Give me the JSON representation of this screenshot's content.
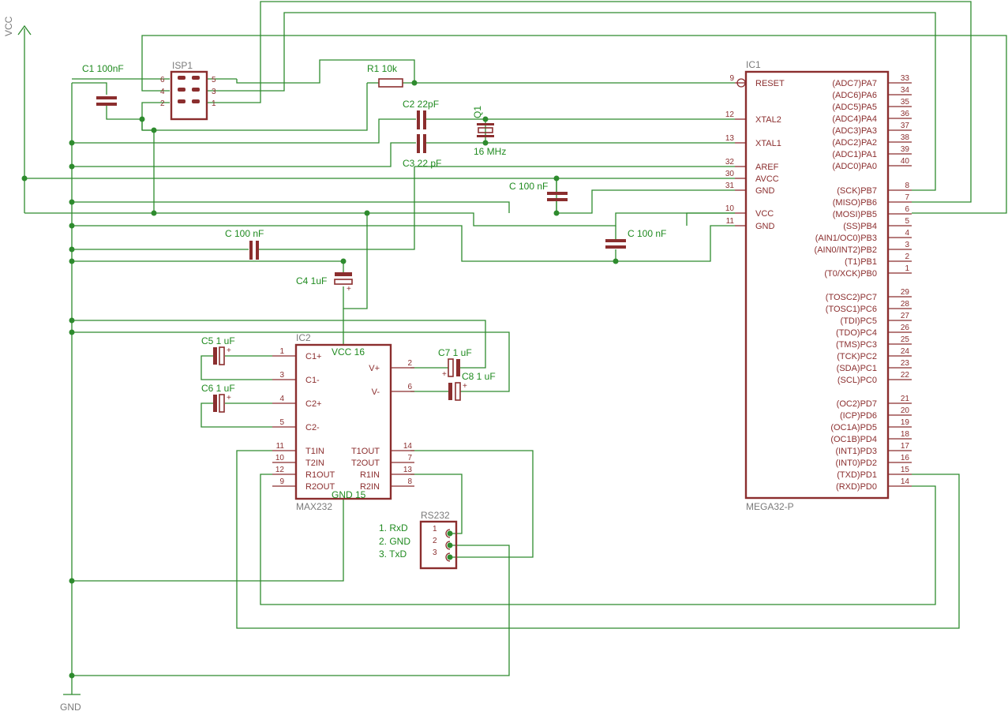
{
  "supplies": {
    "vcc": "VCC",
    "gnd": "GND"
  },
  "labels": {
    "c1": "C1 100nF",
    "isp1": "ISP1",
    "r1": "R1 10k",
    "c2": "C2 22pF",
    "c3": "C3 22 pF",
    "q1": "Q1",
    "q1_value": "16 MHz",
    "c_avcc": "C 100 nF",
    "c_vcc": "C 100 nF",
    "c_left": "C 100 nF",
    "c4": "C4 1uF",
    "ic1_name": "IC1",
    "ic1_value": "MEGA32-P",
    "ic2_name": "IC2",
    "ic2_value": "MAX232",
    "ic2_vcc": "VCC 16",
    "ic2_gnd": "GND 15",
    "c5": "C5 1 uF",
    "c6": "C6 1 uF",
    "c7": "C7 1 uF",
    "c8": "C8 1 uF",
    "rs232": "RS232",
    "rs232_pin1": "1. RxD",
    "rs232_pin2": "2. GND",
    "rs232_pin3": "3. TxD"
  },
  "isp_pins": [
    "6",
    "5",
    "4",
    "3",
    "2",
    "1"
  ],
  "rs232_pins": [
    "1",
    "2",
    "3"
  ],
  "ic1_left_pins": [
    {
      "num": "9",
      "name": "RESET"
    },
    {
      "num": "12",
      "name": "XTAL2"
    },
    {
      "num": "13",
      "name": "XTAL1"
    },
    {
      "num": "32",
      "name": "AREF"
    },
    {
      "num": "30",
      "name": "AVCC"
    },
    {
      "num": "31",
      "name": "GND"
    },
    {
      "num": "10",
      "name": "VCC"
    },
    {
      "num": "11",
      "name": "GND"
    }
  ],
  "ic1_right_pins": [
    {
      "num": "33",
      "name": "(ADC7)PA7"
    },
    {
      "num": "34",
      "name": "(ADC6)PA6"
    },
    {
      "num": "35",
      "name": "(ADC5)PA5"
    },
    {
      "num": "36",
      "name": "(ADC4)PA4"
    },
    {
      "num": "37",
      "name": "(ADC3)PA3"
    },
    {
      "num": "38",
      "name": "(ADC2)PA2"
    },
    {
      "num": "39",
      "name": "(ADC1)PA1"
    },
    {
      "num": "40",
      "name": "(ADC0)PA0"
    },
    {
      "num": "8",
      "name": "(SCK)PB7"
    },
    {
      "num": "7",
      "name": "(MISO)PB6"
    },
    {
      "num": "6",
      "name": "(MOSI)PB5"
    },
    {
      "num": "5",
      "name": "(SS)PB4"
    },
    {
      "num": "4",
      "name": "(AIN1/OC0)PB3"
    },
    {
      "num": "3",
      "name": "(AIN0/INT2)PB2"
    },
    {
      "num": "2",
      "name": "(T1)PB1"
    },
    {
      "num": "1",
      "name": "(T0/XCK)PB0"
    },
    {
      "num": "29",
      "name": "(TOSC2)PC7"
    },
    {
      "num": "28",
      "name": "(TOSC1)PC6"
    },
    {
      "num": "27",
      "name": "(TDI)PC5"
    },
    {
      "num": "26",
      "name": "(TDO)PC4"
    },
    {
      "num": "25",
      "name": "(TMS)PC3"
    },
    {
      "num": "24",
      "name": "(TCK)PC2"
    },
    {
      "num": "23",
      "name": "(SDA)PC1"
    },
    {
      "num": "22",
      "name": "(SCL)PC0"
    },
    {
      "num": "21",
      "name": "(OC2)PD7"
    },
    {
      "num": "20",
      "name": "(ICP)PD6"
    },
    {
      "num": "19",
      "name": "(OC1A)PD5"
    },
    {
      "num": "18",
      "name": "(OC1B)PD4"
    },
    {
      "num": "17",
      "name": "(INT1)PD3"
    },
    {
      "num": "16",
      "name": "(INT0)PD2"
    },
    {
      "num": "15",
      "name": "(TXD)PD1"
    },
    {
      "num": "14",
      "name": "(RXD)PD0"
    }
  ],
  "ic2_left_pins": [
    {
      "num": "1",
      "name": "C1+"
    },
    {
      "num": "3",
      "name": "C1-"
    },
    {
      "num": "4",
      "name": "C2+"
    },
    {
      "num": "5",
      "name": "C2-"
    },
    {
      "num": "11",
      "name": "T1IN"
    },
    {
      "num": "10",
      "name": "T2IN"
    },
    {
      "num": "12",
      "name": "R1OUT"
    },
    {
      "num": "9",
      "name": "R2OUT"
    }
  ],
  "ic2_right_pins": [
    {
      "num": "2",
      "name": "V+"
    },
    {
      "num": "6",
      "name": "V-"
    },
    {
      "num": "14",
      "name": "T1OUT"
    },
    {
      "num": "7",
      "name": "T2OUT"
    },
    {
      "num": "13",
      "name": "R1IN"
    },
    {
      "num": "8",
      "name": "R2IN"
    }
  ],
  "colors": {
    "wire": "#2e8b2e",
    "component": "#8b2e2e",
    "label": "#1f8a1f",
    "name": "#7a7a7a"
  }
}
